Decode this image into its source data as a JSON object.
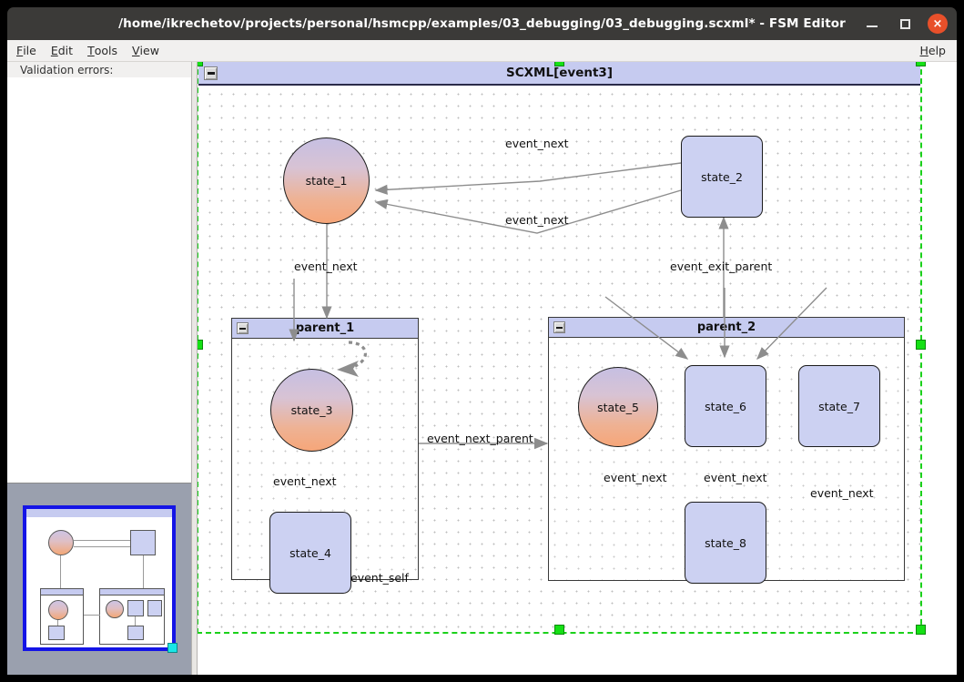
{
  "window": {
    "title": "/home/ikrechetov/projects/personal/hsmcpp/examples/03_debugging/03_debugging.scxml* - FSM Editor",
    "minimize_label": "Minimize",
    "maximize_label": "Maximize",
    "close_label": "Close",
    "close_glyph": "×"
  },
  "menubar": {
    "items": [
      {
        "label": "File",
        "accel": "F"
      },
      {
        "label": "Edit",
        "accel": "E"
      },
      {
        "label": "Tools",
        "accel": "T"
      },
      {
        "label": "View",
        "accel": "V"
      }
    ],
    "help": {
      "label": "Help",
      "accel": "H"
    }
  },
  "left_panel": {
    "validation_header": "Validation errors:",
    "validation_items": []
  },
  "canvas": {
    "root": {
      "title": "SCXML[event3]",
      "collapse_glyph": "−"
    },
    "groups": [
      {
        "id": "parent_1",
        "title": "parent_1",
        "collapse_glyph": "−"
      },
      {
        "id": "parent_2",
        "title": "parent_2",
        "collapse_glyph": "−"
      }
    ],
    "states": [
      {
        "id": "state_1",
        "label": "state_1",
        "shape": "circle"
      },
      {
        "id": "state_2",
        "label": "state_2",
        "shape": "box"
      },
      {
        "id": "state_3",
        "label": "state_3",
        "shape": "circle"
      },
      {
        "id": "state_4",
        "label": "state_4",
        "shape": "box"
      },
      {
        "id": "state_5",
        "label": "state_5",
        "shape": "circle"
      },
      {
        "id": "state_6",
        "label": "state_6",
        "shape": "box"
      },
      {
        "id": "state_7",
        "label": "state_7",
        "shape": "box"
      },
      {
        "id": "state_8",
        "label": "state_8",
        "shape": "box"
      }
    ],
    "transitions": [
      {
        "id": "t1",
        "label": "event_next",
        "from": "state_2",
        "to": "state_1"
      },
      {
        "id": "t2",
        "label": "event_next",
        "from": "state_2",
        "to": "state_1"
      },
      {
        "id": "t3",
        "label": "event_next",
        "from": "state_1",
        "to": "parent_1"
      },
      {
        "id": "t4",
        "label": "event_exit_parent",
        "from": "parent_2",
        "to": "state_2"
      },
      {
        "id": "t5",
        "label": "event_next",
        "from": "state_3",
        "to": "state_4"
      },
      {
        "id": "t6",
        "label": "event_self",
        "from": "state_4",
        "to": "state_4"
      },
      {
        "id": "t7",
        "label": "event_next_parent",
        "from": "parent_1",
        "to": "parent_2"
      },
      {
        "id": "t8",
        "label": "event_next",
        "from": "state_5",
        "to": "state_8"
      },
      {
        "id": "t9",
        "label": "event_next",
        "from": "state_6",
        "to": "state_8"
      },
      {
        "id": "t10",
        "label": "event_next",
        "from": "state_7",
        "to": "state_8"
      }
    ]
  },
  "colors": {
    "titlebar_bg": "#3b3a38",
    "close_button": "#e8502a",
    "header_blue": "#c6cbf0",
    "state_box_fill": "#ccd1f2",
    "selection_green": "#15e015",
    "minimap_bg": "#9aa0ae",
    "minimap_viewport": "#1414e6",
    "minimap_handle": "#19e6e6"
  }
}
